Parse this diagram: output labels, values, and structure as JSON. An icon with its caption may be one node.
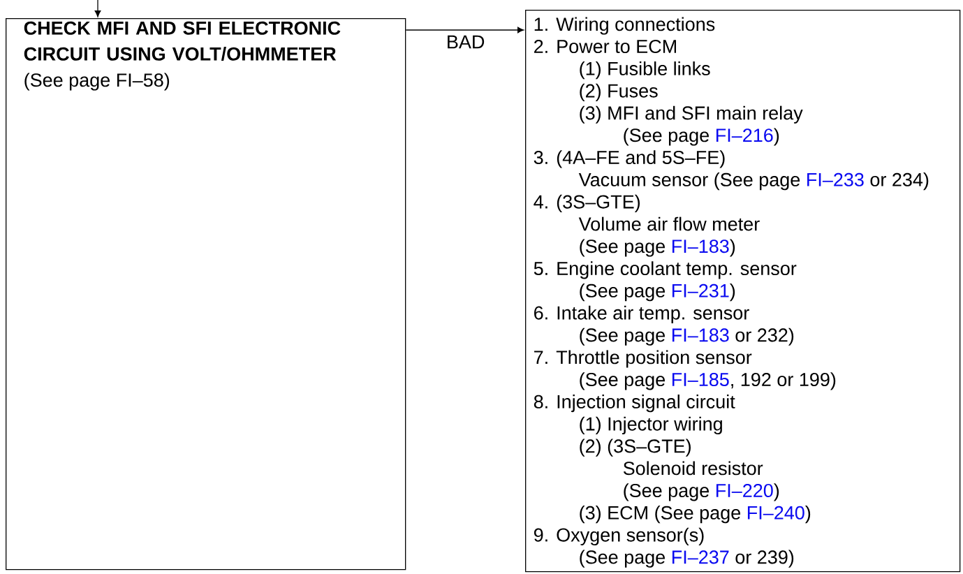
{
  "diagram": {
    "nodes": [
      {
        "text": [
          "CHECK MFI AND SFI ELECTRONIC CIRCUIT USING VOLT/OHMMETER",
          "(See page FI–58)"
        ]
      },
      {
        "text": [
          "1. Wiring connections",
          "2. Power to ECM",
          "(1) Fusible links",
          "(2) Fuses",
          "(3) MFI and SFI main relay",
          "(See page",
          "FI–216",
          ")",
          "3. (4A–FE and 5S–FE)",
          "Vacuum sensor (See page",
          "FI–233",
          "or 234)",
          "4. (3S–GTE)",
          "Volume air flow meter",
          "(See page",
          "FI–183",
          ")",
          "5. Engine coolant temp. sensor",
          "(See page",
          "FI–231",
          ")",
          "6. Intake air temp. sensor",
          "(See page",
          "FI–183",
          "or 232)",
          "7. Throttle position sensor",
          "(See page",
          "FI–185",
          ", 192 or 199)",
          "8. Injection signal circuit",
          "(1) Injector wiring",
          "(2) (3S–GTE)",
          "Solenoid resistor",
          "(See page",
          "FI–220",
          ")",
          "(3) ECM (See page",
          "FI–240",
          ")",
          "9. Oxygen sensor(s)",
          "(See page",
          "FI–237",
          "or 239)"
        ]
      }
    ],
    "edges": [
      {
        "from": null,
        "to": 0,
        "arrow": "to"
      },
      {
        "from": 0,
        "to": 1,
        "arrow": "to",
        "label": "BAD"
      }
    ]
  }
}
